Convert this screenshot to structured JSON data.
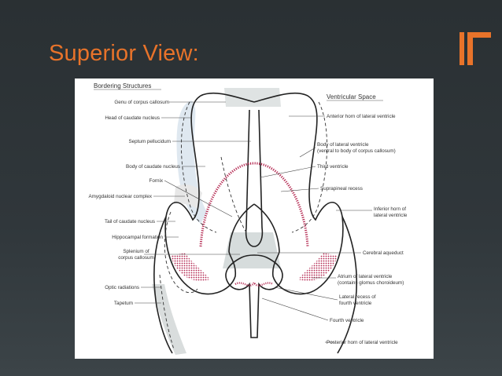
{
  "slide": {
    "title": "Superior View:",
    "accent_color": "#e8732a",
    "background_color": "#2f3538"
  },
  "diagram": {
    "left_header": "Bordering Structures",
    "right_header": "Ventricular Space",
    "left_labels": [
      "Genu of corpus callosum",
      "Head of caudate nucleus",
      "Septum pellucidum",
      "Body of caudate nucleus",
      "Fornix",
      "Amygdaloid nuclear complex",
      "Tail of caudate nucleus",
      "Hippocampal formation",
      "Splenium of",
      "corpus callosum",
      "Optic radiations",
      "Tapetum"
    ],
    "right_labels": [
      "Anterior horn of lateral ventricle",
      "Body of lateral ventricle",
      "(ventral to body of corpus callosum)",
      "Third ventricle",
      "Suprapineal recess",
      "Inferior horn of",
      "lateral ventricle",
      "Cerebral aqueduct",
      "Atrium of lateral ventricle",
      "(contains glomus choroideum)",
      "Lateral recess of",
      "fourth ventricle",
      "Fourth ventricle",
      "Posterior horn of lateral ventricle"
    ]
  }
}
